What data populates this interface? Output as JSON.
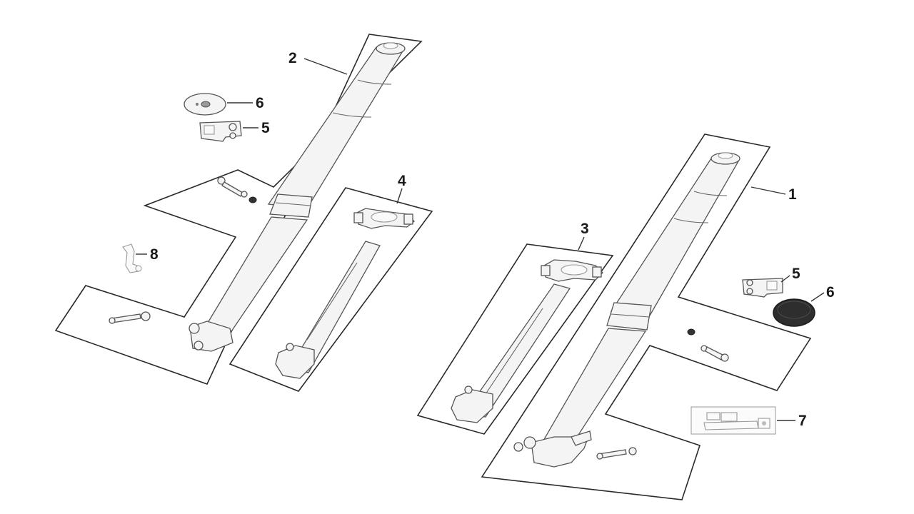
{
  "callouts": [
    {
      "id": "1",
      "label": "1"
    },
    {
      "id": "2",
      "label": "2"
    },
    {
      "id": "3",
      "label": "3"
    },
    {
      "id": "4",
      "label": "4"
    },
    {
      "id": "5a",
      "label": "5"
    },
    {
      "id": "5b",
      "label": "5"
    },
    {
      "id": "6a",
      "label": "6"
    },
    {
      "id": "6b",
      "label": "6"
    },
    {
      "id": "7",
      "label": "7"
    },
    {
      "id": "8",
      "label": "8"
    }
  ],
  "colors": {
    "line": "#2a2a2a",
    "part_fill": "#f4f4f4",
    "seal_dark": "#2e2e2e"
  }
}
